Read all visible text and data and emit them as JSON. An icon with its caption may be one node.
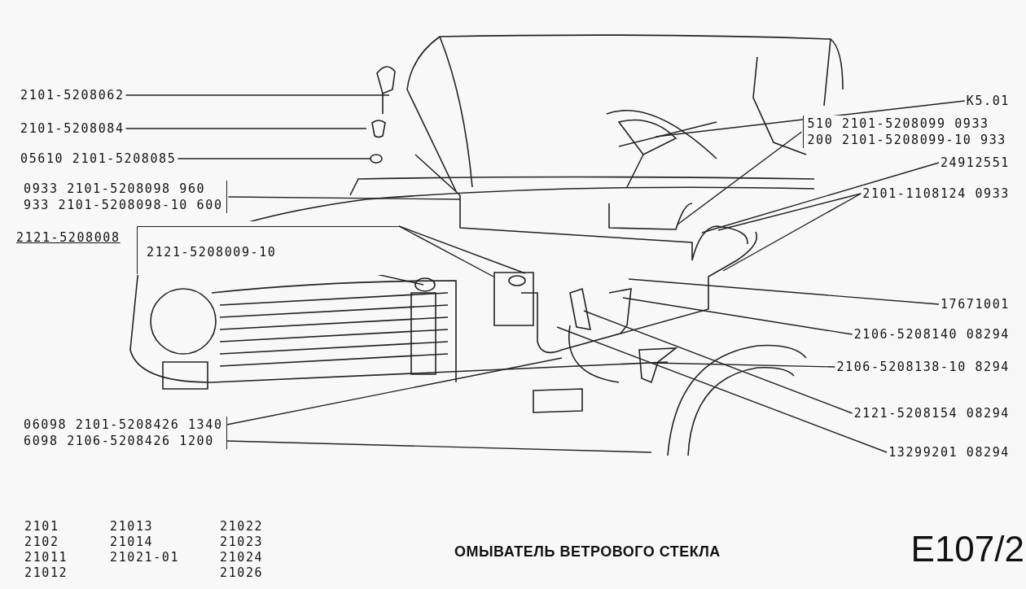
{
  "diagram": {
    "title": "ОМЫВАТЕЛЬ ВЕТРОВОГО СТЕКЛА",
    "nodes": [
      {
        "text": [
          "2101-5208062"
        ]
      },
      {
        "text": [
          "2101-5208084"
        ]
      },
      {
        "text": [
          "05610 2101-5208085"
        ]
      },
      {
        "text": [
          "0933 2101-5208098 960",
          "933 2101-5208098-10 600"
        ]
      },
      {
        "text": [
          "2121-5208008"
        ]
      },
      {
        "text": [
          "2121-5208009-10"
        ],
        "in": 4
      },
      {
        "text": [
          "06098 2101-5208426 1340",
          "6098 2106-5208426 1200"
        ]
      },
      {
        "text": [
          "K5.01"
        ]
      },
      {
        "text": [
          "510 2101-5208099 0933",
          "200 2101-5208099-10 933"
        ]
      },
      {
        "text": [
          "24912551"
        ]
      },
      {
        "text": [
          "2101-1108124 0933"
        ]
      },
      {
        "text": [
          "17671001"
        ]
      },
      {
        "text": [
          "2106-5208140 08294"
        ]
      },
      {
        "text": [
          "2106-5208138-10 8294"
        ]
      },
      {
        "text": [
          "2121-5208154 08294"
        ]
      },
      {
        "text": [
          "13299201 08294"
        ]
      }
    ],
    "edges": [
      {
        "from": 0,
        "to": null,
        "arrow": "none"
      },
      {
        "from": 1,
        "to": null,
        "arrow": "none"
      },
      {
        "from": 2,
        "to": null,
        "arrow": "none"
      },
      {
        "from": 3,
        "to": null,
        "arrow": "none"
      },
      {
        "from": 4,
        "to": null,
        "arrow": "none"
      },
      {
        "from": 4,
        "to": null,
        "arrow": "none"
      },
      {
        "from": 5,
        "to": null,
        "arrow": "none"
      },
      {
        "from": 6,
        "to": null,
        "arrow": "none"
      },
      {
        "from": 6,
        "to": null,
        "arrow": "none"
      },
      {
        "from": 7,
        "to": null,
        "arrow": "none"
      },
      {
        "from": 8,
        "to": null,
        "arrow": "none"
      },
      {
        "from": 9,
        "to": null,
        "arrow": "none"
      },
      {
        "from": 10,
        "to": null,
        "arrow": "none"
      },
      {
        "from": 10,
        "to": null,
        "arrow": "none"
      },
      {
        "from": 11,
        "to": null,
        "arrow": "none"
      },
      {
        "from": 12,
        "to": null,
        "arrow": "none"
      },
      {
        "from": 13,
        "to": null,
        "arrow": "none"
      },
      {
        "from": 14,
        "to": null,
        "arrow": "none"
      },
      {
        "from": 15,
        "to": null,
        "arrow": "none"
      }
    ],
    "labels": [
      "2101",
      "21013",
      "21022",
      "2102",
      "21014",
      "21023",
      "21011",
      "21021-01",
      "21024",
      "21012",
      "21026",
      "E107/2"
    ]
  }
}
